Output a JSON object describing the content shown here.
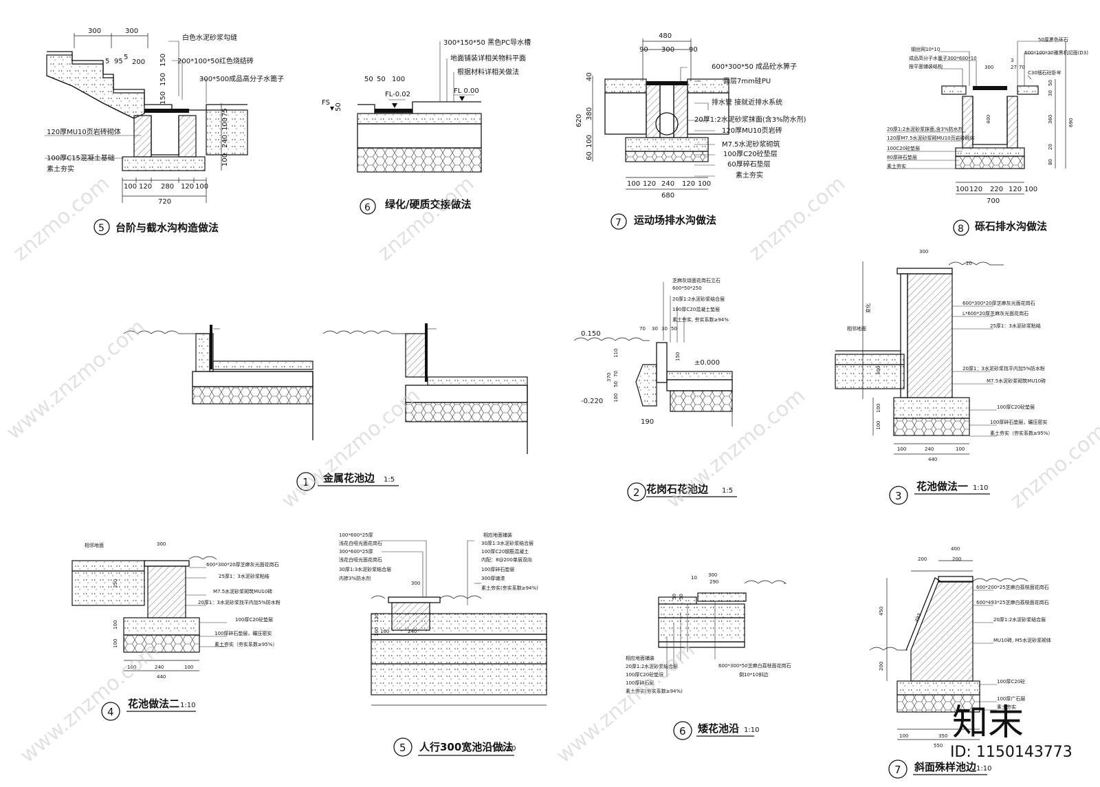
{
  "watermark": {
    "text": "znzmo.com",
    "text2": "www.znzmo.com",
    "brand": "知末",
    "id_label": "ID: 1150143773"
  },
  "details": {
    "d5_step": {
      "num": "5",
      "title": "台阶与截水沟构造做法",
      "notes": [
        "白色水泥砂浆勾缝",
        "200*100*50红色烧结砖",
        "300*500成品高分子水篦子",
        "120厚MU10页岩砖砌体",
        "100厚C15混凝土基础",
        "素土夯实"
      ],
      "dims_top": [
        "300",
        "300"
      ],
      "dims_small": [
        "5",
        "95",
        "5",
        "200"
      ],
      "dims_right": [
        "150",
        "150",
        "150",
        "75",
        "100",
        "240",
        "100"
      ],
      "dims_bottom": [
        "100",
        "120",
        "280",
        "120",
        "100"
      ],
      "total": "720"
    },
    "d6_green": {
      "num": "6",
      "title": "绿化/硬质交接做法",
      "notes": [
        "300*150*50 黑色PC导水槽",
        "地面铺装详相关物料平面",
        "根据材料详相关做法"
      ],
      "fs": "FS",
      "level1": "FL-0.02",
      "level2": "FL 0.00",
      "dims": [
        "50",
        "50",
        "100"
      ],
      "dim_left": "50"
    },
    "d7_sport": {
      "num": "7",
      "title": "运动场排水沟做法",
      "dims_top": [
        "480",
        "90",
        "300",
        "90"
      ],
      "notes": [
        "600*300*50 成品砼水箅子",
        "面层7mm硅PU",
        "排水管 接就近排水系统",
        "20厚1:2水泥砂浆抹面(含3%防水剂)",
        "120厚MU10页岩砖",
        "M7.5水泥砂浆砌筑",
        "100厚C20砼垫层",
        "60厚碎石垫层",
        "素土夯实"
      ],
      "dims_left": [
        "40",
        "380",
        "100",
        "60"
      ],
      "dim_total_left": "620",
      "dims_bottom": [
        "100",
        "120",
        "240",
        "120",
        "100"
      ],
      "total": "680"
    },
    "d8_gravel": {
      "num": "8",
      "title": "砾石排水沟做法",
      "notes": [
        "钢丝网10*10",
        "成品高分子水篦子300*600*10",
        "按平面铺装结构",
        "50厚黑色砾石",
        "600*100*30雅黑机切面(D3)",
        "C30细石砼卧牢",
        "20厚1:2水泥砂浆抹面,含3%防水剂",
        "120厚M7.5水泥砂浆砌MU10页岩砖砌体",
        "100C20砼垫层",
        "80厚碎石垫层",
        "素土夯实"
      ],
      "dims_right": [
        "50",
        "30",
        "360",
        "20",
        "80",
        "690"
      ],
      "dims_top": [
        "300",
        "3",
        "27",
        "70"
      ],
      "dims_bottom": [
        "100",
        "120",
        "220",
        "120",
        "100"
      ],
      "total": "700",
      "inner": "400"
    },
    "d1_metal": {
      "num": "1",
      "title": "金属花池边",
      "scale": "1:5"
    },
    "d2_granite": {
      "num": "2",
      "title": "花岗石花池边",
      "scale": "1:5",
      "notes": [
        "芝麻灰烧面花岗石立石",
        "600*50*250",
        "20厚1:2水泥砂浆结合层",
        "100厚C20混凝土垫层",
        "素土夯实, 夯实系数≥94%"
      ],
      "levels": [
        "0.150",
        "±0.000",
        "-0.220"
      ],
      "dims_top": [
        "70",
        "30",
        "30",
        "50"
      ],
      "dims_left": [
        "110",
        "370",
        "70",
        "50",
        "100"
      ],
      "dim_bottom": "190",
      "dim_right": "150"
    },
    "d3_planter1": {
      "num": "3",
      "title": "花池做法一",
      "scale": "1:10",
      "notes": [
        "600*300*20厚芝麻灰光面花岗石",
        "L*600*20厚芝麻灰光面花岗石",
        "25厚1：3水泥砂浆粘结",
        "20厚1：3水泥砂浆找平内加5%防水粉",
        "M7.5水泥砂浆砌筑MU10砖",
        "100厚C20砼垫层",
        "100厚碎石垫层，碾压密实",
        "素土夯实（夯实系数≥95%）"
      ],
      "adjacent": "相邻地面",
      "dim_top": "300",
      "dim_side": "20",
      "dims_bottom": [
        "100",
        "240",
        "100"
      ],
      "total": "440",
      "dims_left": [
        "300",
        "100",
        "100"
      ],
      "height_label": "变化"
    },
    "d4_planter2": {
      "num": "4",
      "title": "花池做法二",
      "scale": "1:10",
      "notes": [
        "600*300*20厚芝麻灰光面花岗石",
        "25厚1：3水泥砂浆粘结",
        "M7.5水泥砂浆砌筑MU10砖",
        "20厚1：3水泥砂浆找平内加5%防水粉",
        "100厚C20砼垫层",
        "100厚碎石垫层，碾压密实",
        "素土夯实（夯实系数≥95%）"
      ],
      "adjacent": "相邻地面",
      "dim_top": "300",
      "dims_bottom": [
        "100",
        "240",
        "100"
      ],
      "total": "440",
      "dims_left": [
        "350",
        "100",
        "100"
      ]
    },
    "d5_walk": {
      "num": "5",
      "title": "人行300宽池沿做法",
      "scale": "1:10",
      "notes_left": [
        "100*600*25厚",
        "浅花白哑光面花岗石",
        "300*600*25厚",
        "浅花白哑光面花岗石",
        "30厚1:3水泥砂浆结合层",
        "内掺3%防水剂"
      ],
      "notes_right": [
        "相应地面铺装",
        "30厚1:3水泥砂浆结合层",
        "100厚C20钢筋混凝土",
        "内配：8@200单层双向",
        "100厚碎石垫层",
        "300厚塘渣",
        "素土夯实(夯实系数≥94%)"
      ],
      "dim_top": "300",
      "dims_bottom": [
        "100",
        "240"
      ],
      "dims_left": [
        "120",
        "100"
      ]
    },
    "d6_low": {
      "num": "6",
      "title": "矮花池沿",
      "scale": "1:10",
      "notes": [
        "相应地面铺装",
        "20厚1:2水泥砂浆结合层",
        "100厚C20砼垫层",
        "100厚碎石层",
        "素土夯实(夯实系数≥94%)"
      ],
      "notes_right": [
        "600*300*50芝麻白荔枝面花岗石",
        "倒10*10斜边"
      ],
      "dims_top": [
        "10",
        "300",
        "290"
      ],
      "dims_left": [
        "50",
        "50"
      ]
    },
    "d7_slope": {
      "num": "7",
      "title": "斜面殊样池边",
      "scale": "1:10",
      "notes": [
        "600*200*25芝麻白荔枝面花岗石",
        "600*493*25芝麻白荔枝面花岗石",
        "20厚1:2水泥砂浆结合层",
        "MU10砖, M5水泥砂浆砌体",
        "100厚C20砼",
        "100厚广石层",
        "素土夯实"
      ],
      "dim_top": "400",
      "dims_top2": [
        "200",
        "200"
      ],
      "dims_left": [
        "450",
        "200"
      ],
      "slope_len": "493",
      "dims_bottom": [
        "100",
        "350"
      ],
      "total": "550"
    }
  }
}
